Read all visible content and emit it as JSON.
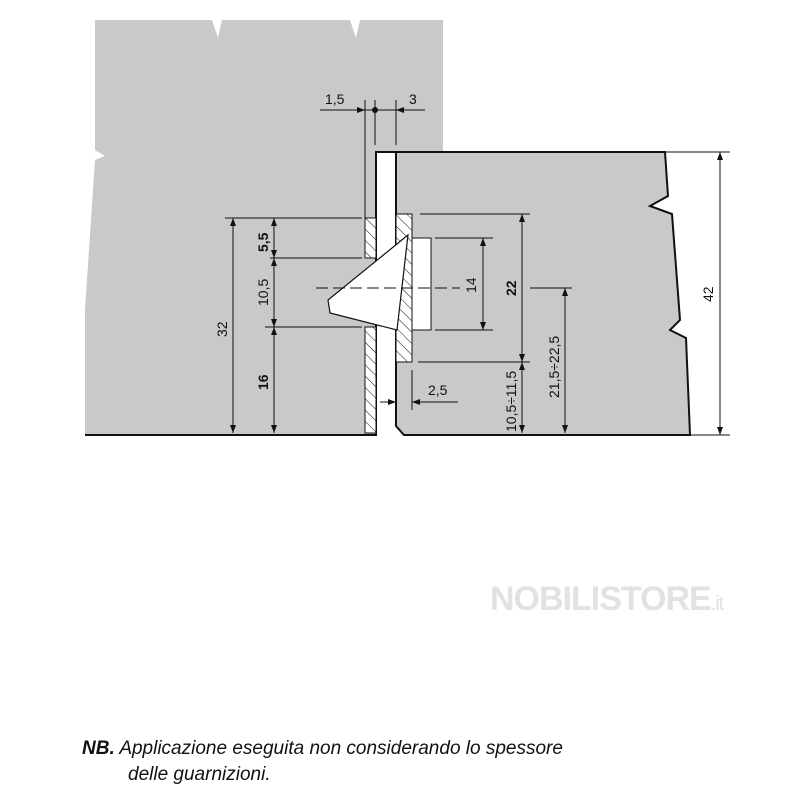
{
  "dimensions": {
    "gap_left": "1,5",
    "gap_right": "3",
    "total_left": "32",
    "top_offset": "5,5",
    "middle": "10,5",
    "bottom": "16",
    "insert_height": "14",
    "plate_height": "22",
    "center_height": "21,5÷22,5",
    "plate_bottom": "10,5÷11,5",
    "clearance": "2,5",
    "panel_height": "42"
  },
  "watermark": {
    "brand": "NOBILISTORE",
    "suffix": ".it"
  },
  "note": {
    "prefix": "NB.",
    "line1": "Applicazione eseguita non considerando lo spessore",
    "line2": "delle guarnizioni."
  },
  "colors": {
    "panel": "#c8c9cb",
    "line": "#111111"
  }
}
